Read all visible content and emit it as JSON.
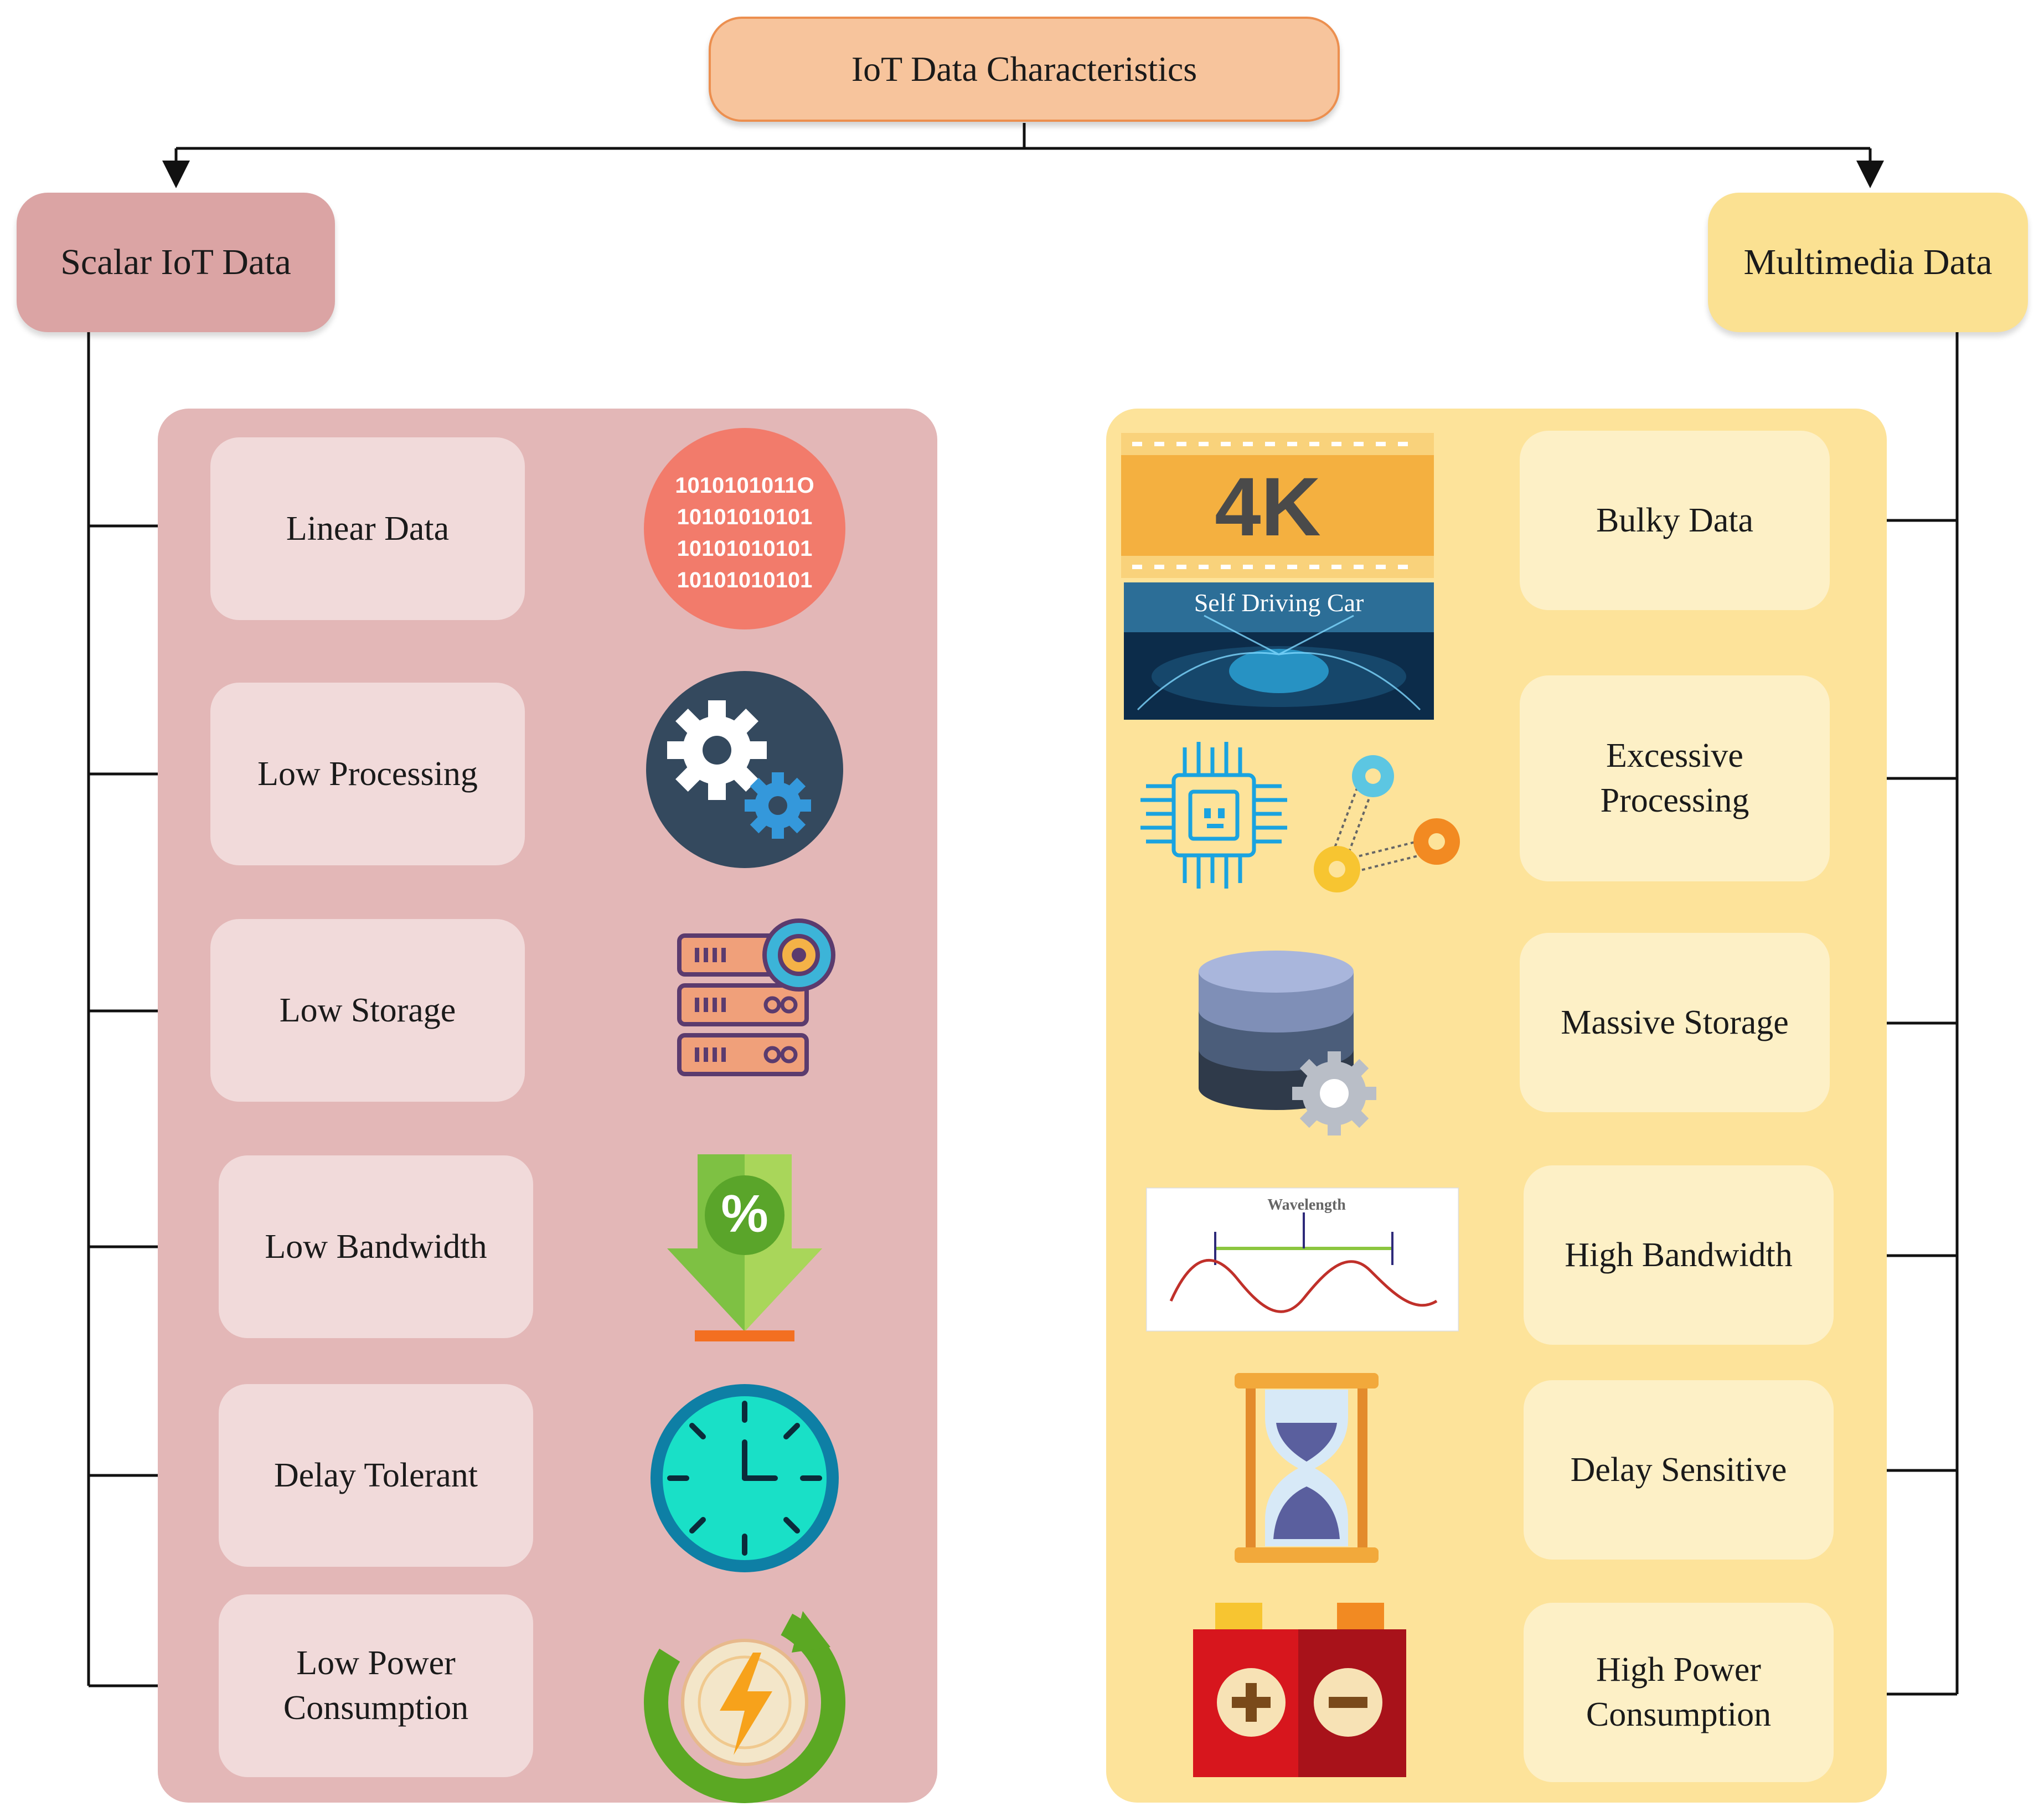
{
  "title": "IoT Data Characteristics",
  "scalar": {
    "title": "Scalar IoT Data",
    "items": [
      {
        "label": "Linear Data"
      },
      {
        "label": "Low Processing"
      },
      {
        "label": "Low Storage"
      },
      {
        "label": "Low Bandwidth"
      },
      {
        "label": "Delay Tolerant"
      },
      {
        "label": "Low Power Consumption"
      }
    ]
  },
  "multimedia": {
    "title": "Multimedia Data",
    "items": [
      {
        "label": "Bulky Data"
      },
      {
        "label": "Excessive Processing"
      },
      {
        "label": "Massive Storage"
      },
      {
        "label": "High Bandwidth"
      },
      {
        "label": "Delay Sensitive"
      },
      {
        "label": "High Power Consumption"
      }
    ]
  },
  "icons": {
    "binary_text": [
      "1010101011O",
      "10101010101",
      "10101010101",
      "10101010101"
    ],
    "uhd_text": "4K",
    "car_text": "Self Driving Car",
    "wave_text": "Wavelength",
    "percent_text": "%"
  },
  "colors": {
    "header_fill": "#f7c49c",
    "scalar_fill": "#dba4a4",
    "multimedia_fill": "#fbe192",
    "scalar_panel": "#e3b7b7",
    "multimedia_panel": "#fde39a"
  }
}
